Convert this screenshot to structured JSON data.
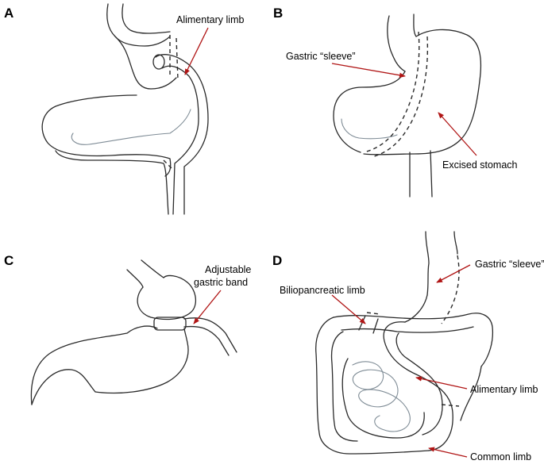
{
  "colors": {
    "arrow": "#b01515",
    "outline": "#2a2a2a",
    "inner_outline": "#7f8c96",
    "background": "#ffffff"
  },
  "panels": [
    {
      "letter": "A",
      "labels": [
        "Alimentary limb"
      ]
    },
    {
      "letter": "B",
      "labels": [
        "Gastric “sleeve”",
        "Excised stomach"
      ]
    },
    {
      "letter": "C",
      "labels": [
        "Adjustable",
        "gastric band"
      ]
    },
    {
      "letter": "D",
      "labels": [
        "Gastric “sleeve”",
        "Biliopancreatic limb",
        "Alimentary limb",
        "Common limb"
      ]
    }
  ]
}
